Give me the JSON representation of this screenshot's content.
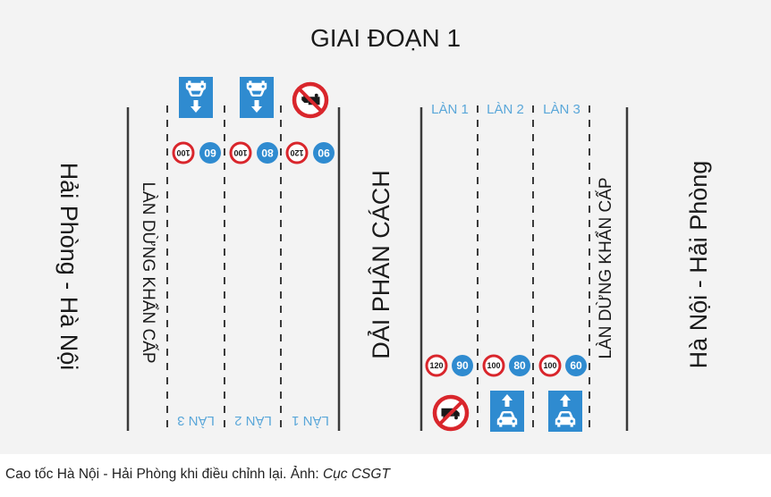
{
  "title": "GIAI ĐOẠN 1",
  "colors": {
    "background": "#f3f3f3",
    "road_line": "#3a3a3a",
    "blue": "#2f8bd0",
    "lane_label": "#5aa7d9",
    "red": "#d9262c",
    "text": "#1a1a1a"
  },
  "labels": {
    "left_direction": "Hải Phòng - Hà Nội",
    "right_direction": "Hà Nội - Hải Phòng",
    "median": "DẢI PHÂN CÁCH",
    "left_emergency": "LÀN DỪNG KHẨN CẤP",
    "right_emergency": "LÀN DỪNG KHẨN CẤP"
  },
  "left_carriageway": {
    "lanes": [
      {
        "label": "LÀN 3",
        "sign": "car-lane-icon",
        "min_speed": "60",
        "max_speed": "100"
      },
      {
        "label": "LÀN 2",
        "sign": "car-lane-icon",
        "min_speed": "80",
        "max_speed": "100"
      },
      {
        "label": "LÀN 1",
        "sign": "no-truck-icon",
        "min_speed": "90",
        "max_speed": "120"
      }
    ]
  },
  "right_carriageway": {
    "lanes": [
      {
        "label": "LÀN 1",
        "sign": "no-truck-icon",
        "min_speed": "90",
        "max_speed": "120"
      },
      {
        "label": "LÀN 2",
        "sign": "car-lane-icon",
        "min_speed": "80",
        "max_speed": "100"
      },
      {
        "label": "LÀN 3",
        "sign": "car-lane-icon",
        "min_speed": "60",
        "max_speed": "100"
      }
    ]
  },
  "caption": {
    "text": "Cao tốc Hà Nội - Hải Phòng khi điều chỉnh lại. Ảnh: ",
    "source": "Cục CSGT"
  }
}
